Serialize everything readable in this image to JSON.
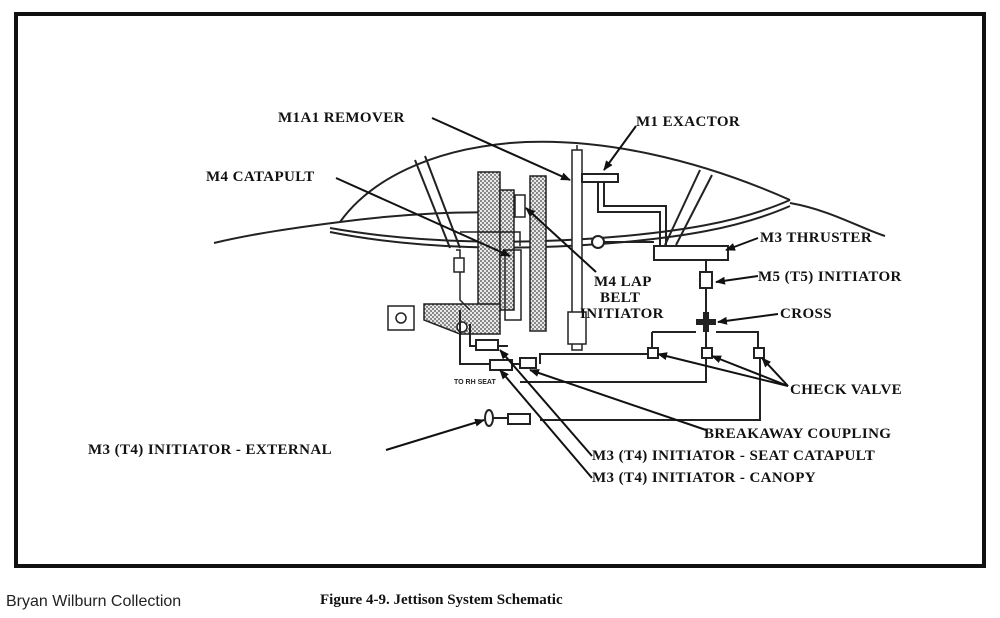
{
  "labels": {
    "remover": "M1A1 REMOVER",
    "exactor": "M1 EXACTOR",
    "catapult": "M4 CATAPULT",
    "thruster": "M3 THRUSTER",
    "lap_belt_1": "M4 LAP",
    "lap_belt_2": "BELT",
    "lap_belt_3": "INITIATOR",
    "m5_initiator": "M5 (T5) INITIATOR",
    "cross": "CROSS",
    "check_valve": "CHECK VALVE",
    "breakaway": "BREAKAWAY COUPLING",
    "external": "M3 (T4) INITIATOR - EXTERNAL",
    "seat_catapult": "M3 (T4) INITIATOR - SEAT CATAPULT",
    "canopy": "M3 (T4) INITIATOR - CANOPY",
    "to_rh_seat": "TO RH SEAT"
  },
  "caption": "Figure 4-9.  Jettison System Schematic",
  "credit": "Bryan Wilburn Collection"
}
